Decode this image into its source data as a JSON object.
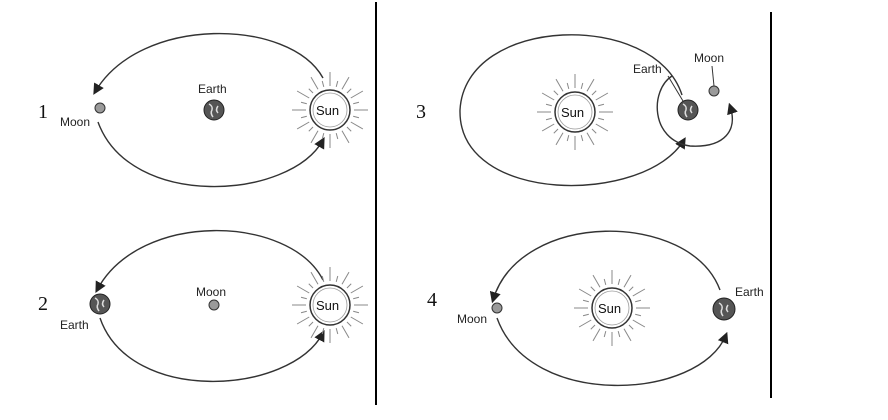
{
  "panels": [
    {
      "number": "1",
      "sun": "Sun",
      "center": "Earth",
      "orbiter": "Moon"
    },
    {
      "number": "2",
      "sun": "Sun",
      "center": "Moon",
      "orbiter": "Earth"
    },
    {
      "number": "3",
      "sun": "Sun",
      "orbiter": "Earth",
      "satellite": "Moon"
    },
    {
      "number": "4",
      "sun": "Sun",
      "orbiter_left": "Moon",
      "orbiter_right": "Earth"
    }
  ],
  "colors": {
    "line": "#333333",
    "body_fill": "#9a9a9a",
    "earth_fill": "#555555",
    "sun_fill": "#ffffff"
  }
}
